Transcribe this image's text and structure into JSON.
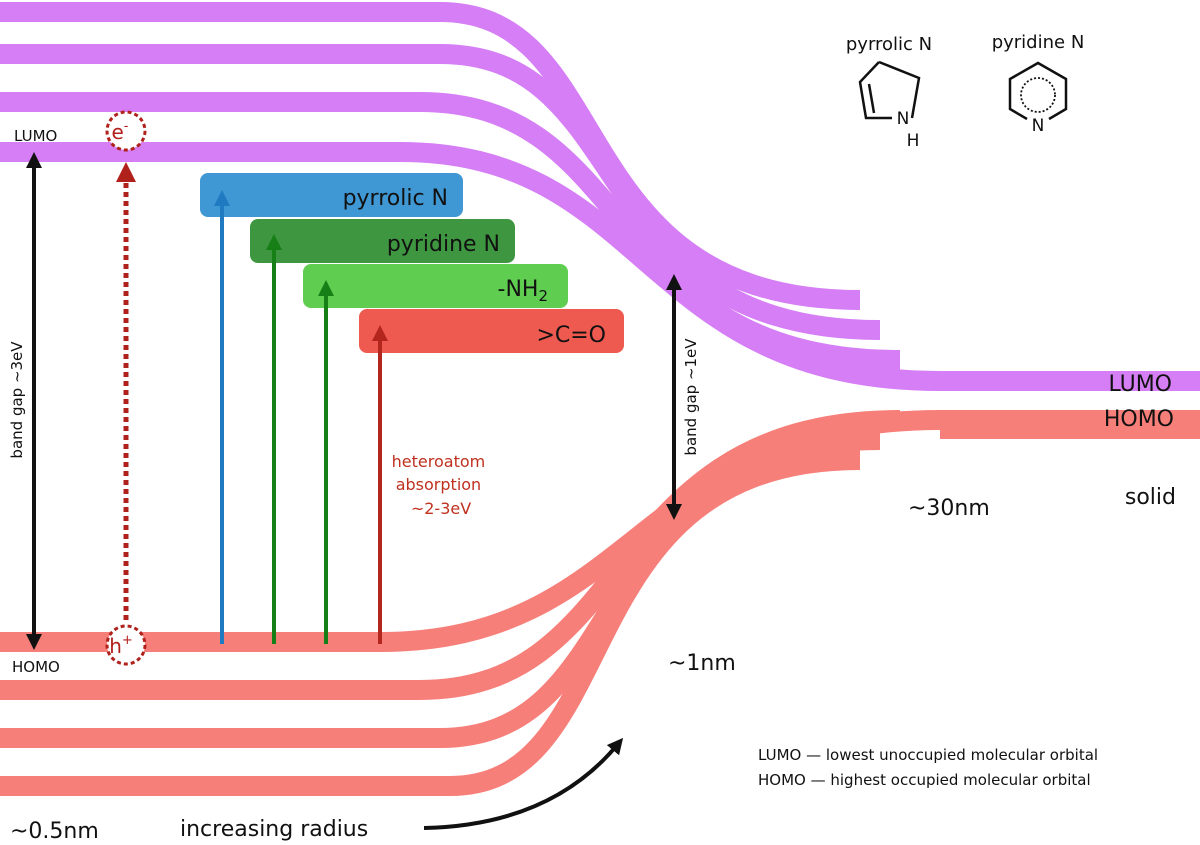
{
  "colors": {
    "lumo_band": "#d57ef5",
    "homo_band": "#f77f7a",
    "pyrrolic": "#3f98d3",
    "pyridine": "#3e9641",
    "nh2": "#5fcd50",
    "co": "#ee5a50",
    "arrow_blue": "#1f7ac2",
    "arrow_green": "#167f16",
    "arrow_red": "#b3261e",
    "carrier": "#b0211c",
    "annotation": "#c0301f",
    "text": "#111111"
  },
  "labels": {
    "lumo_left": "LUMO",
    "homo_left": "HOMO",
    "lumo_right": "LUMO",
    "homo_right": "HOMO",
    "electron": "e",
    "electron_sup": "-",
    "hole": "h",
    "hole_sup": "+",
    "band_gap_small": "band gap ~3eV",
    "band_gap_large": "band gap ~1eV",
    "heteroatom_line1": "heteroatom",
    "heteroatom_line2": "absorption",
    "heteroatom_line3": "~2-3eV",
    "size_small": "~0.5nm",
    "size_mid": "~1nm",
    "size_large": "~30nm",
    "solid": "solid",
    "increasing_radius": "increasing radius"
  },
  "levels": [
    {
      "name": "pyrrolic N",
      "color_key": "pyrrolic",
      "arrow_key": "arrow_blue"
    },
    {
      "name": "pyridine N",
      "color_key": "pyridine",
      "arrow_key": "arrow_green"
    },
    {
      "name": "-NH",
      "sub": "2",
      "color_key": "nh2",
      "arrow_key": "arrow_green"
    },
    {
      "name": ">C=O",
      "color_key": "co",
      "arrow_key": "arrow_red"
    }
  ],
  "structures": {
    "pyrrolic_title": "pyrrolic N",
    "pyridine_title": "pyridine N",
    "pyrrolic_N": "N",
    "pyrrolic_H": "H",
    "pyridine_N": "N"
  },
  "legend": {
    "lumo_def": "LUMO — lowest unoccupied molecular orbital",
    "homo_def": "HOMO — highest occupied molecular orbital"
  }
}
